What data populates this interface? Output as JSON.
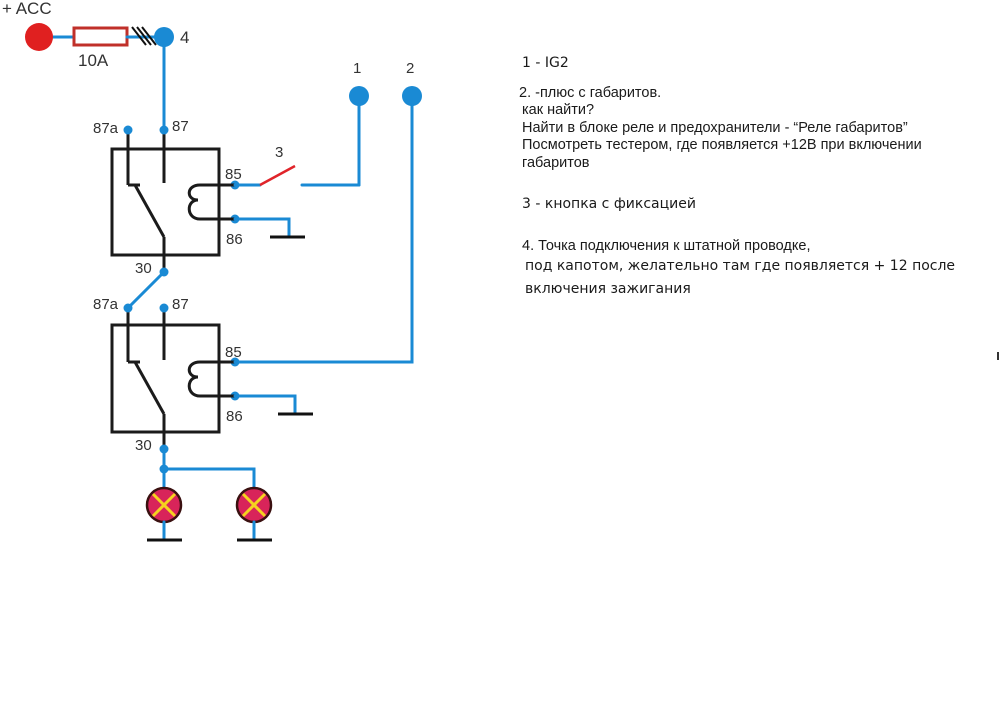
{
  "diagram": {
    "power": {
      "label": "+ ACC",
      "fuse_label": "10A",
      "node4_label": "4"
    },
    "inputs": {
      "node1_label": "1",
      "node2_label": "2",
      "switch_label": "3"
    },
    "relay_top": {
      "pin87a": "87a",
      "pin87": "87",
      "pin85": "85",
      "pin86": "86",
      "pin30": "30"
    },
    "relay_bottom": {
      "pin87a": "87a",
      "pin87": "87",
      "pin85": "85",
      "pin86": "86",
      "pin30": "30"
    },
    "lamps": [
      "lamp-1",
      "lamp-2"
    ],
    "colors": {
      "wire": "#1a8ad4",
      "acc_node": "#e02020",
      "fuse": "#c0302a",
      "switch": "#e0242a",
      "lamp_fill": "#d8245a",
      "lamp_cross": "#f5d21f"
    }
  },
  "notes": {
    "n1": "1 - IG2",
    "n2_title": "2. -плюс с габаритов.",
    "n2_l1": "как найти?",
    "n2_l2": "Найти в блоке реле и предохранители - “Реле габаритов”",
    "n2_l3": "Посмотреть тестером, где появляется +12В при включении",
    "n2_l4": "габаритов",
    "n3": "3 - кнопка с фиксацией",
    "n4_l1": "4. Точка подключения к штатной проводке,",
    "n4_l2": "под капотом, желательно там где появляется + 12 после",
    "n4_l3": "включения зажигания"
  }
}
